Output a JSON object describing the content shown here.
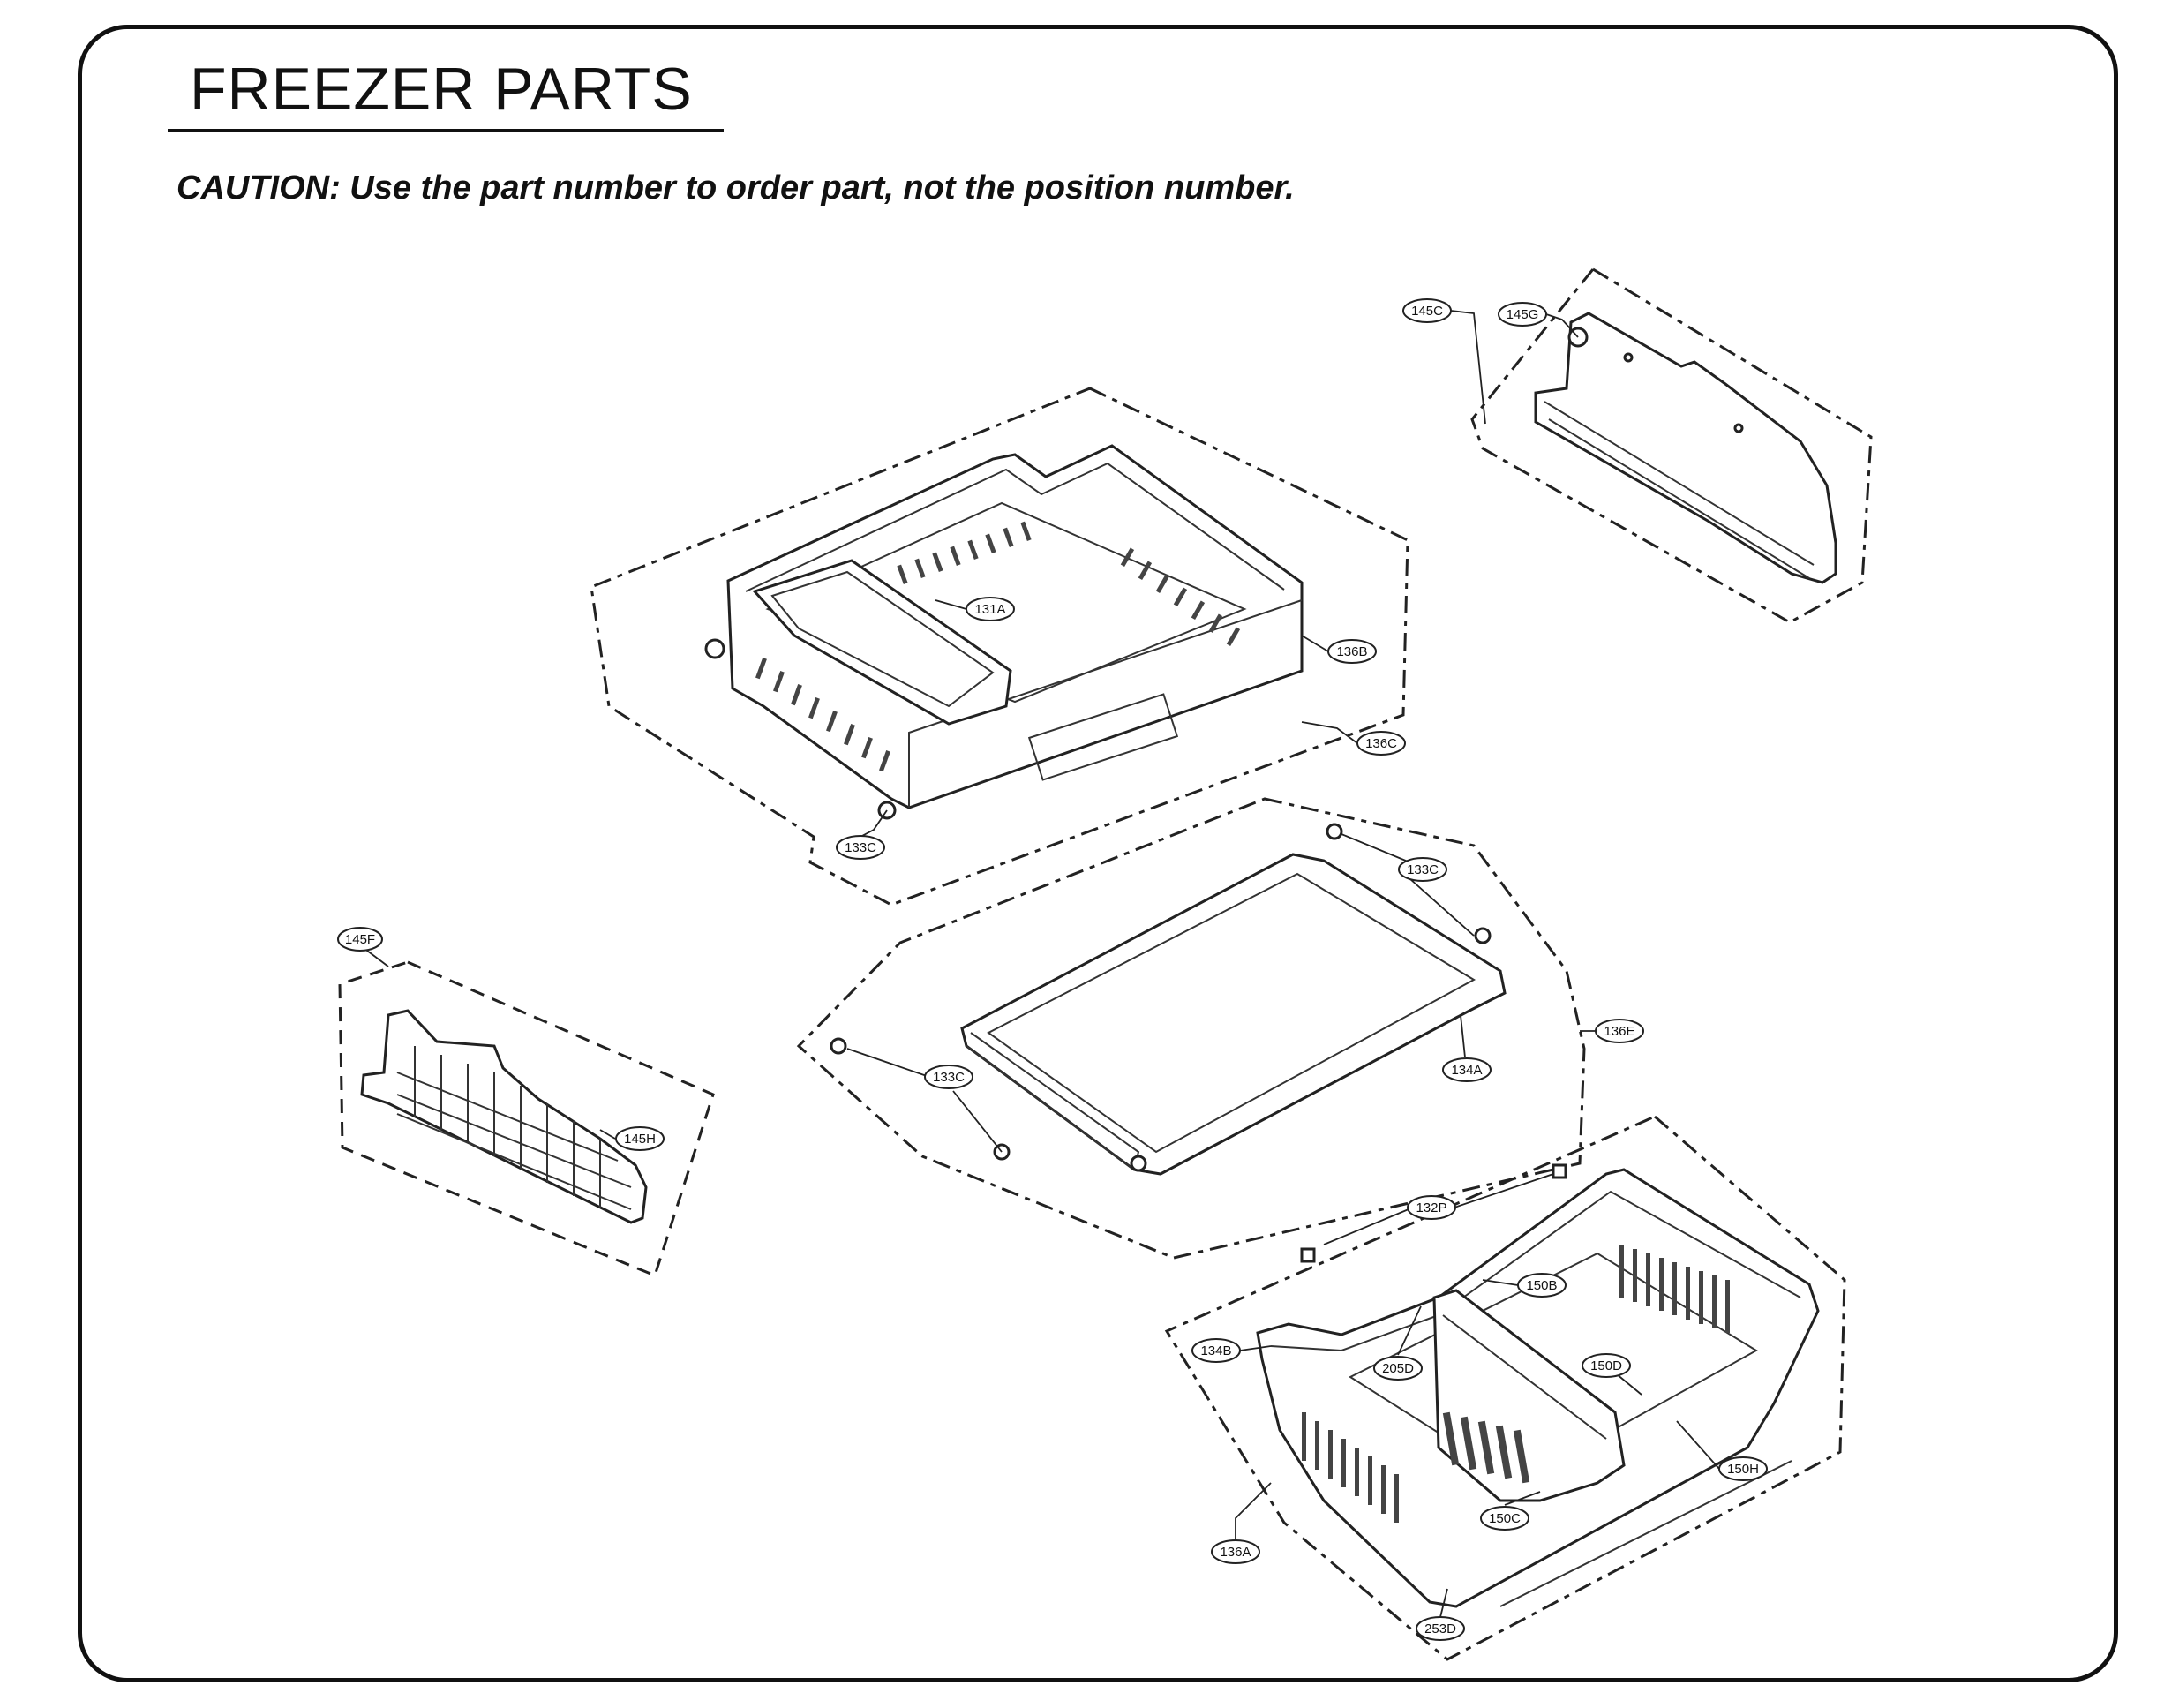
{
  "header": {
    "title": "FREEZER PARTS",
    "caution": "CAUTION: Use the part number to order part, not the position number."
  },
  "callouts": {
    "c145C": "145C",
    "c145G": "145G",
    "c131A": "131A",
    "c136B": "136B",
    "c136C": "136C",
    "c133C_top": "133C",
    "c133C_right": "133C",
    "c133C_mid": "133C",
    "c145F": "145F",
    "c145H": "145H",
    "c136E": "136E",
    "c134A": "134A",
    "c132P": "132P",
    "c150B": "150B",
    "c134B": "134B",
    "c205D": "205D",
    "c150D": "150D",
    "c150H": "150H",
    "c150C": "150C",
    "c136A": "136A",
    "c253D": "253D"
  }
}
